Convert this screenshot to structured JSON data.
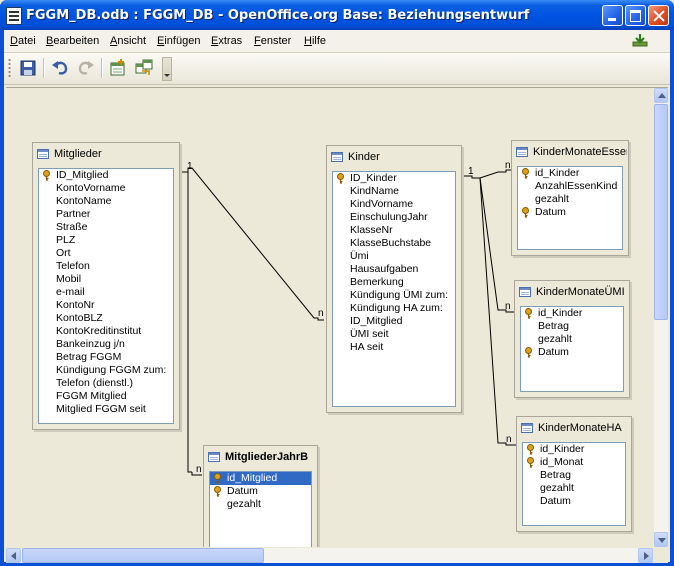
{
  "window": {
    "title": "FGGM_DB.odb : FGGM_DB - OpenOffice.org Base: Beziehungsentwurf"
  },
  "menu": {
    "items": [
      {
        "label": "Datei"
      },
      {
        "label": "Bearbeiten"
      },
      {
        "label": "Ansicht"
      },
      {
        "label": "Einfügen"
      },
      {
        "label": "Extras"
      },
      {
        "label": "Fenster"
      },
      {
        "label": "Hilfe"
      }
    ]
  },
  "toolbar": {
    "icons": [
      "save-icon",
      "undo-icon",
      "redo-icon",
      "new-relation-icon",
      "add-table-icon",
      "dropdown-arrow-icon"
    ]
  },
  "tables": {
    "mitglieder": {
      "name": "Mitglieder",
      "fields": [
        {
          "name": "ID_Mitglied",
          "key": true
        },
        {
          "name": "KontoVorname",
          "key": false
        },
        {
          "name": "KontoName",
          "key": false
        },
        {
          "name": "Partner",
          "key": false
        },
        {
          "name": "Straße",
          "key": false
        },
        {
          "name": "PLZ",
          "key": false
        },
        {
          "name": "Ort",
          "key": false
        },
        {
          "name": "Telefon",
          "key": false
        },
        {
          "name": "Mobil",
          "key": false
        },
        {
          "name": "e-mail",
          "key": false
        },
        {
          "name": "KontoNr",
          "key": false
        },
        {
          "name": "KontoBLZ",
          "key": false
        },
        {
          "name": "KontoKreditinstitut",
          "key": false
        },
        {
          "name": "Bankeinzug j/n",
          "key": false
        },
        {
          "name": "Betrag FGGM",
          "key": false
        },
        {
          "name": "Kündigung FGGM zum:",
          "key": false
        },
        {
          "name": "Telefon (dienstl.)",
          "key": false
        },
        {
          "name": "FGGM Mitglied",
          "key": false
        },
        {
          "name": "Mitglied FGGM seit",
          "key": false
        }
      ]
    },
    "kinder": {
      "name": "Kinder",
      "fields": [
        {
          "name": "ID_Kinder",
          "key": true
        },
        {
          "name": "KindName",
          "key": false
        },
        {
          "name": "KindVorname",
          "key": false
        },
        {
          "name": "EinschulungJahr",
          "key": false
        },
        {
          "name": "KlasseNr",
          "key": false
        },
        {
          "name": "KlasseBuchstabe",
          "key": false
        },
        {
          "name": "Ümi",
          "key": false
        },
        {
          "name": "Hausaufgaben",
          "key": false
        },
        {
          "name": "Bemerkung",
          "key": false
        },
        {
          "name": "Kündigung ÜMI zum:",
          "key": false
        },
        {
          "name": "Kündigung HA zum:",
          "key": false
        },
        {
          "name": "ID_Mitglied",
          "key": false
        },
        {
          "name": "ÜMI seit",
          "key": false
        },
        {
          "name": "HA seit",
          "key": false
        }
      ]
    },
    "kinder_monate_essen": {
      "name": "KinderMonateEssen",
      "fields": [
        {
          "name": "id_Kinder",
          "key": true
        },
        {
          "name": "AnzahlEssenKind",
          "key": false
        },
        {
          "name": "gezahlt",
          "key": false
        },
        {
          "name": "Datum",
          "key": true
        }
      ]
    },
    "kinder_monate_uemi": {
      "name": "KinderMonateÜMI",
      "fields": [
        {
          "name": "id_Kinder",
          "key": true
        },
        {
          "name": "Betrag",
          "key": false
        },
        {
          "name": "gezahlt",
          "key": false
        },
        {
          "name": "Datum",
          "key": true
        }
      ]
    },
    "kinder_monate_ha": {
      "name": "KinderMonateHA",
      "fields": [
        {
          "name": "id_Kinder",
          "key": true
        },
        {
          "name": "id_Monat",
          "key": true
        },
        {
          "name": "Betrag",
          "key": false
        },
        {
          "name": "gezahlt",
          "key": false
        },
        {
          "name": "Datum",
          "key": false
        }
      ]
    },
    "mitglieder_jahr": {
      "name": "MitgliederJahrB",
      "fields": [
        {
          "name": "id_Mitglied",
          "key": true,
          "selected": true
        },
        {
          "name": "Datum",
          "key": true
        },
        {
          "name": "gezahlt",
          "key": false
        }
      ]
    }
  },
  "relations": [
    {
      "from": "Mitglieder",
      "to": "Kinder",
      "from_card": "1",
      "to_card": "n"
    },
    {
      "from": "Mitglieder",
      "to": "MitgliederJahrB",
      "from_card": "1",
      "to_card": "n"
    },
    {
      "from": "Kinder",
      "to": "KinderMonateEssen",
      "from_card": "1",
      "to_card": "n"
    },
    {
      "from": "Kinder",
      "to": "KinderMonateÜMI",
      "from_card": "1",
      "to_card": "n"
    },
    {
      "from": "Kinder",
      "to": "KinderMonateHA",
      "from_card": "1",
      "to_card": "n"
    }
  ],
  "colors": {
    "titlebar": "#0054e3",
    "selection": "#316ac5",
    "key_icon": "#e0a020"
  }
}
